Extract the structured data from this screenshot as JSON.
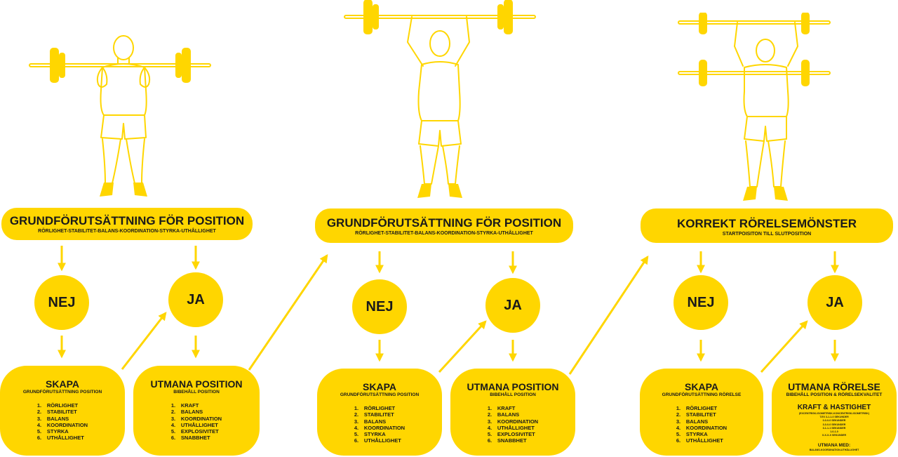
{
  "colors": {
    "accent": "#FFD600",
    "text": "#1a1a1a",
    "background": "#ffffff"
  },
  "columns": [
    {
      "header": {
        "title": "GRUNDFÖRUTSÄTTNING FÖR POSITION",
        "subtitle": "RÖRLIGHET-STABILITET-BALANS-KOORDINATION-STYRKA-UTHÅLLIGHET"
      },
      "no_label": "NEJ",
      "yes_label": "JA",
      "left_box": {
        "title": "SKAPA",
        "subtitle": "GRUNDFÖRUTSÄTTNING POSITION",
        "items": [
          {
            "num": "1.",
            "text": "RÖRLIGHET"
          },
          {
            "num": "2.",
            "text": "STABILITET"
          },
          {
            "num": "3.",
            "text": "BALANS"
          },
          {
            "num": "4.",
            "text": "KOORDINATION"
          },
          {
            "num": "5.",
            "text": "STYRKA"
          },
          {
            "num": "6.",
            "text": "UTHÅLLIGHET"
          }
        ]
      },
      "right_box": {
        "title": "UTMANA POSITION",
        "subtitle": "BIBEHÅLL POSITION",
        "items": [
          {
            "num": "1.",
            "text": "KRAFT"
          },
          {
            "num": "2.",
            "text": "BALANS"
          },
          {
            "num": "3.",
            "text": "KOORDINATION"
          },
          {
            "num": "4.",
            "text": "UTHÅLLIGHET"
          },
          {
            "num": "5.",
            "text": "EXPLOSIVITET"
          },
          {
            "num": "6.",
            "text": "SNABBHET"
          }
        ]
      }
    },
    {
      "header": {
        "title": "GRUNDFÖRUTSÄTTNING FÖR POSITION",
        "subtitle": "RÖRLIGHET-STABILITET-BALANS-KOORDINATION-STYRKA-UTHÅLLIGHET"
      },
      "no_label": "NEJ",
      "yes_label": "JA",
      "left_box": {
        "title": "SKAPA",
        "subtitle": "GRUNDFÖRUTSÄTTNING POSITION",
        "items": [
          {
            "num": "1.",
            "text": "RÖRLIGHET"
          },
          {
            "num": "2.",
            "text": "STABILITET"
          },
          {
            "num": "3.",
            "text": "BALANS"
          },
          {
            "num": "4.",
            "text": "KOORDINATION"
          },
          {
            "num": "5.",
            "text": "STYRKA"
          },
          {
            "num": "6.",
            "text": "UTHÅLLIGHET"
          }
        ]
      },
      "right_box": {
        "title": "UTMANA POSITION",
        "subtitle": "BIBEHÅLL POSITION",
        "items": [
          {
            "num": "1.",
            "text": "KRAFT"
          },
          {
            "num": "2.",
            "text": "BALANS"
          },
          {
            "num": "3.",
            "text": "KOORDINATION"
          },
          {
            "num": "4.",
            "text": "UTHÅLLIGHET"
          },
          {
            "num": "5.",
            "text": "EXPLOSIVITET"
          },
          {
            "num": "6.",
            "text": "SNABBHET"
          }
        ]
      }
    },
    {
      "header": {
        "title": "KORREKT RÖRELSEMÖNSTER",
        "subtitle": "STARTPOISITON TILL SLUTPOSITION"
      },
      "no_label": "NEJ",
      "yes_label": "JA",
      "left_box": {
        "title": "SKAPA",
        "subtitle": "GRUNDFÖRUTSÄTTNING RÖRELSE",
        "items": [
          {
            "num": "1.",
            "text": "RÖRLIGHET"
          },
          {
            "num": "2.",
            "text": "STABILITET"
          },
          {
            "num": "3.",
            "text": "BALANS"
          },
          {
            "num": "4.",
            "text": "KOORDINATION"
          },
          {
            "num": "5.",
            "text": "STYRKA"
          },
          {
            "num": "6.",
            "text": "UTHÅLLIGHET"
          }
        ]
      },
      "right_box": {
        "title": "UTMANA RÖRELSE",
        "subtitle": "BIBEHÅLL POSITION & RÖRELSEKVALITET",
        "section_title": "KRAFT & HASTIGHET",
        "fine_print": [
          "(EXCENTRISK-ISOMETRISK-KONCENTRISK-ISOMETRISK)",
          "T.EX 3-1-1-0 SEKUNDER",
          "0-0-0-0 SEKUNDER",
          "3-0-0-0 SEKUNDER",
          "3-1-1-1 SEKUNDER",
          "1-0-1-0",
          "X-X-X-X SEKUNDER"
        ],
        "footer_title": "UTMANA MED:",
        "footer_sub": "BALANS-KOORDINATION-UTHÅLLIGHET"
      }
    }
  ]
}
